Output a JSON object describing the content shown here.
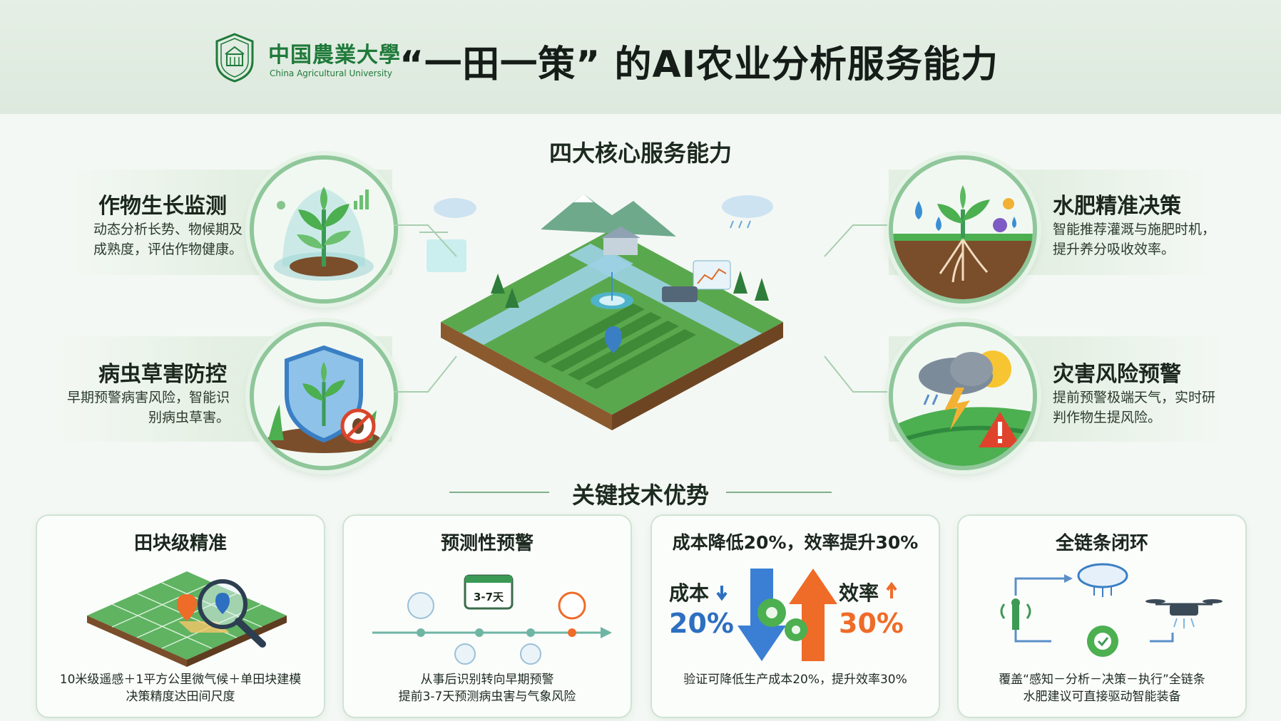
{
  "header": {
    "logo_cn": "中国農業大學",
    "logo_en": "China Agricultural University",
    "title": "“一田一策” 的AI农业分析服务能力"
  },
  "core_section": {
    "heading": "四大核心服务能力"
  },
  "features": [
    {
      "title": "作物生长监测",
      "desc_lines": [
        "动态分析长势、物候期及",
        "成熟度，评估作物健康。"
      ],
      "icon": "plant-monitor-icon"
    },
    {
      "title": "病虫草害防控",
      "desc_lines": [
        "早期预警病害风险，智能识",
        "别病虫草害。"
      ],
      "icon": "pest-shield-icon"
    },
    {
      "title": "水肥精准决策",
      "desc_lines": [
        "智能推荐灌溉与施肥时机，",
        "提升养分吸收效率。"
      ],
      "icon": "water-fertilizer-icon"
    },
    {
      "title": "灾害风险预警",
      "desc_lines": [
        "提前预警极端天气，实时研",
        "判作物生提风险。"
      ],
      "icon": "storm-warning-icon"
    }
  ],
  "advantages_section": {
    "heading": "关键技术优势"
  },
  "cards": [
    {
      "title": "田块级精准",
      "desc_lines": [
        "10米级遥感＋1平方公里微气候＋单田块建模",
        "决策精度达田间尺度"
      ]
    },
    {
      "title": "预测性预警",
      "timeline_label": "3-7天",
      "desc_lines": [
        "从事后识别转向早期预警",
        "提前3-7天预测病虫害与气象风险"
      ]
    },
    {
      "title": "成本降低20%，效率提升30%",
      "cost_label": "成本",
      "cost_value": "20%",
      "eff_label": "效率",
      "eff_value": "30%",
      "desc_lines": [
        "验证可降低生产成本20%，提升效率30%"
      ]
    },
    {
      "title": "全链条闭环",
      "desc_lines": [
        "覆盖“感知－分析－决策－执行”全链条",
        "水肥建议可直接驱动智能装备"
      ]
    }
  ],
  "colors": {
    "accent_green": "#3c9a55",
    "blue": "#2d6fc0",
    "orange": "#ef6b28"
  }
}
